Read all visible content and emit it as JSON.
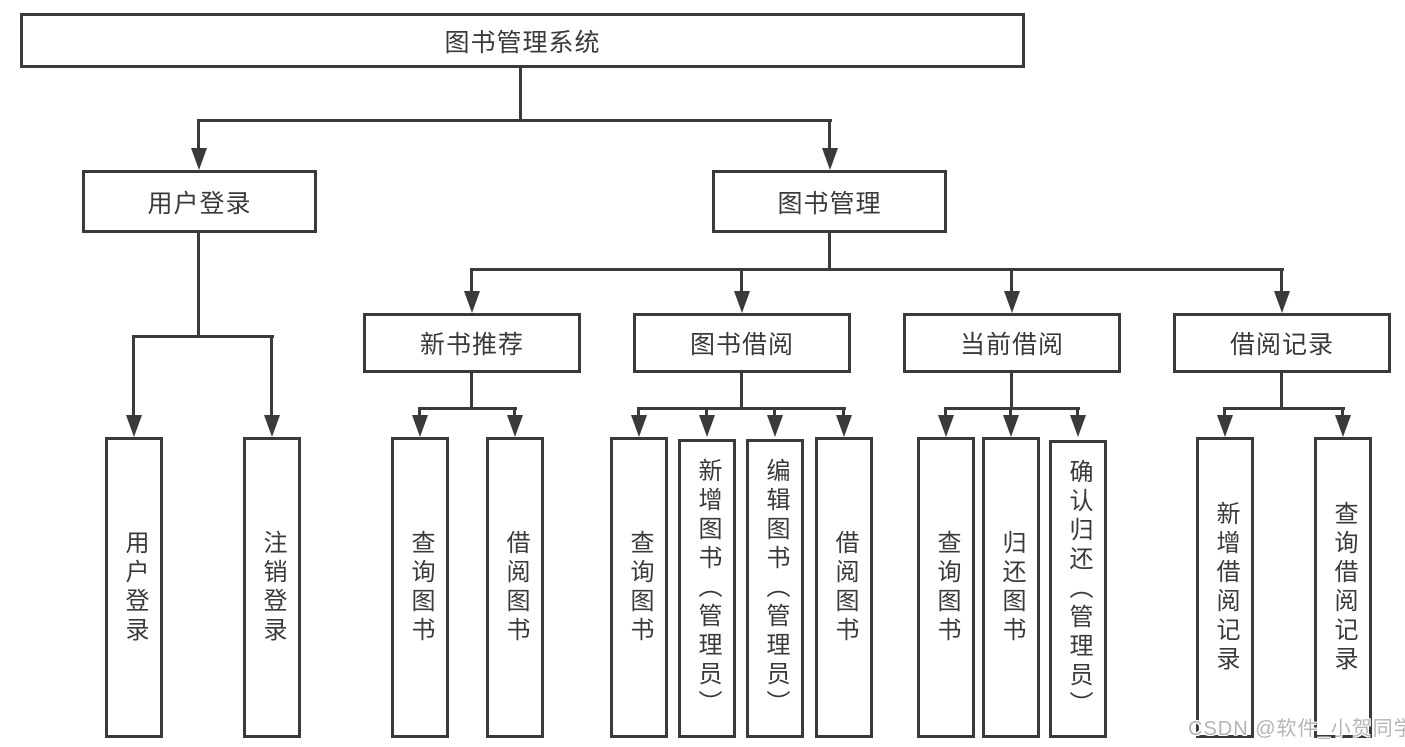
{
  "diagram": {
    "title": "图书管理系统",
    "root": {
      "label": "图书管理系统"
    },
    "level2": [
      {
        "label": "用户登录"
      },
      {
        "label": "图书管理"
      }
    ],
    "level3": [
      {
        "label": "新书推荐"
      },
      {
        "label": "图书借阅"
      },
      {
        "label": "当前借阅"
      },
      {
        "label": "借阅记录"
      }
    ],
    "leaves": {
      "user_login": [
        "用户登录",
        "注销登录"
      ],
      "new_book": [
        "查询图书",
        "借阅图书"
      ],
      "book_borrow": [
        "查询图书",
        "新增图书（管理员）",
        "编辑图书（管理员）",
        "借阅图书"
      ],
      "current_borrow": [
        "查询图书",
        "归还图书",
        "确认归还（管理员）"
      ],
      "borrow_record": [
        "新增借阅记录",
        "查询借阅记录"
      ]
    }
  },
  "watermark": {
    "text": "CSDN @软件_小贺同学"
  },
  "colors": {
    "line": "#3a3a3a",
    "text": "#3a3a3a",
    "box_fill": "#ffffff",
    "watermark": "#b5b5b5",
    "background": "#ffffff"
  }
}
